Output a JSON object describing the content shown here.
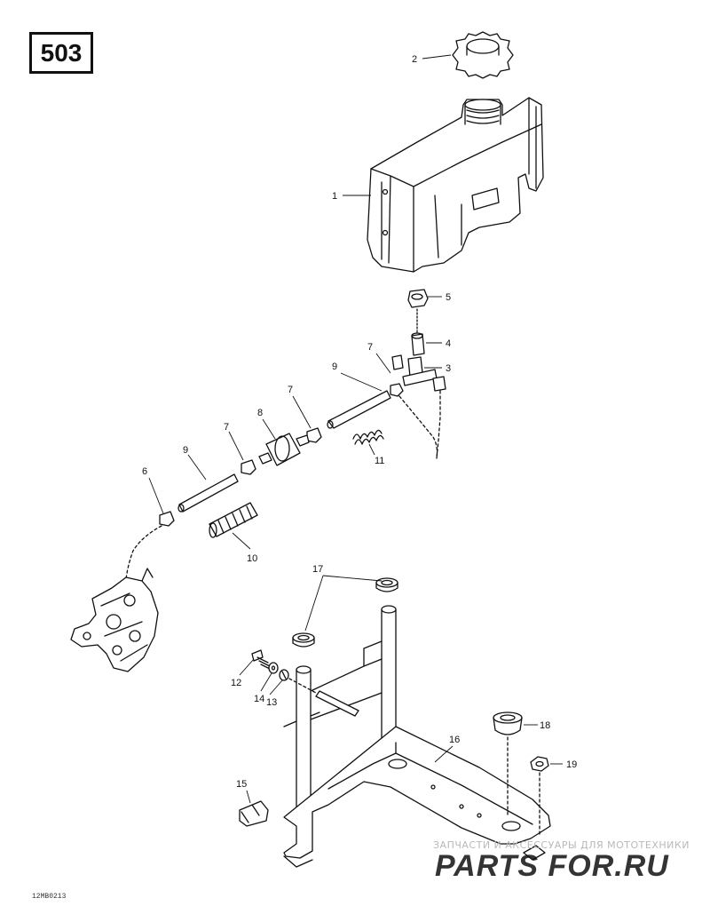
{
  "page_number": "503",
  "diagram_code": "12MB0213",
  "callouts": [
    {
      "id": "callout-1",
      "label": "1"
    },
    {
      "id": "callout-2",
      "label": "2"
    },
    {
      "id": "callout-3",
      "label": "3"
    },
    {
      "id": "callout-4",
      "label": "4"
    },
    {
      "id": "callout-5",
      "label": "5"
    },
    {
      "id": "callout-6",
      "label": "6"
    },
    {
      "id": "callout-7a",
      "label": "7"
    },
    {
      "id": "callout-7b",
      "label": "7"
    },
    {
      "id": "callout-7c",
      "label": "7"
    },
    {
      "id": "callout-8",
      "label": "8"
    },
    {
      "id": "callout-9a",
      "label": "9"
    },
    {
      "id": "callout-9b",
      "label": "9"
    },
    {
      "id": "callout-10",
      "label": "10"
    },
    {
      "id": "callout-11",
      "label": "11"
    },
    {
      "id": "callout-12",
      "label": "12"
    },
    {
      "id": "callout-13",
      "label": "13"
    },
    {
      "id": "callout-14",
      "label": "14"
    },
    {
      "id": "callout-15",
      "label": "15"
    },
    {
      "id": "callout-16",
      "label": "16"
    },
    {
      "id": "callout-17",
      "label": "17"
    },
    {
      "id": "callout-18",
      "label": "18"
    },
    {
      "id": "callout-19",
      "label": "19"
    }
  ],
  "watermark": {
    "tagline": "ЗАПЧАСТИ И АКСЕССУАРЫ ДЛЯ МОТОТЕХНИКИ",
    "logo_text": "PARTS FOR.RU",
    "color": "#e8323c"
  }
}
